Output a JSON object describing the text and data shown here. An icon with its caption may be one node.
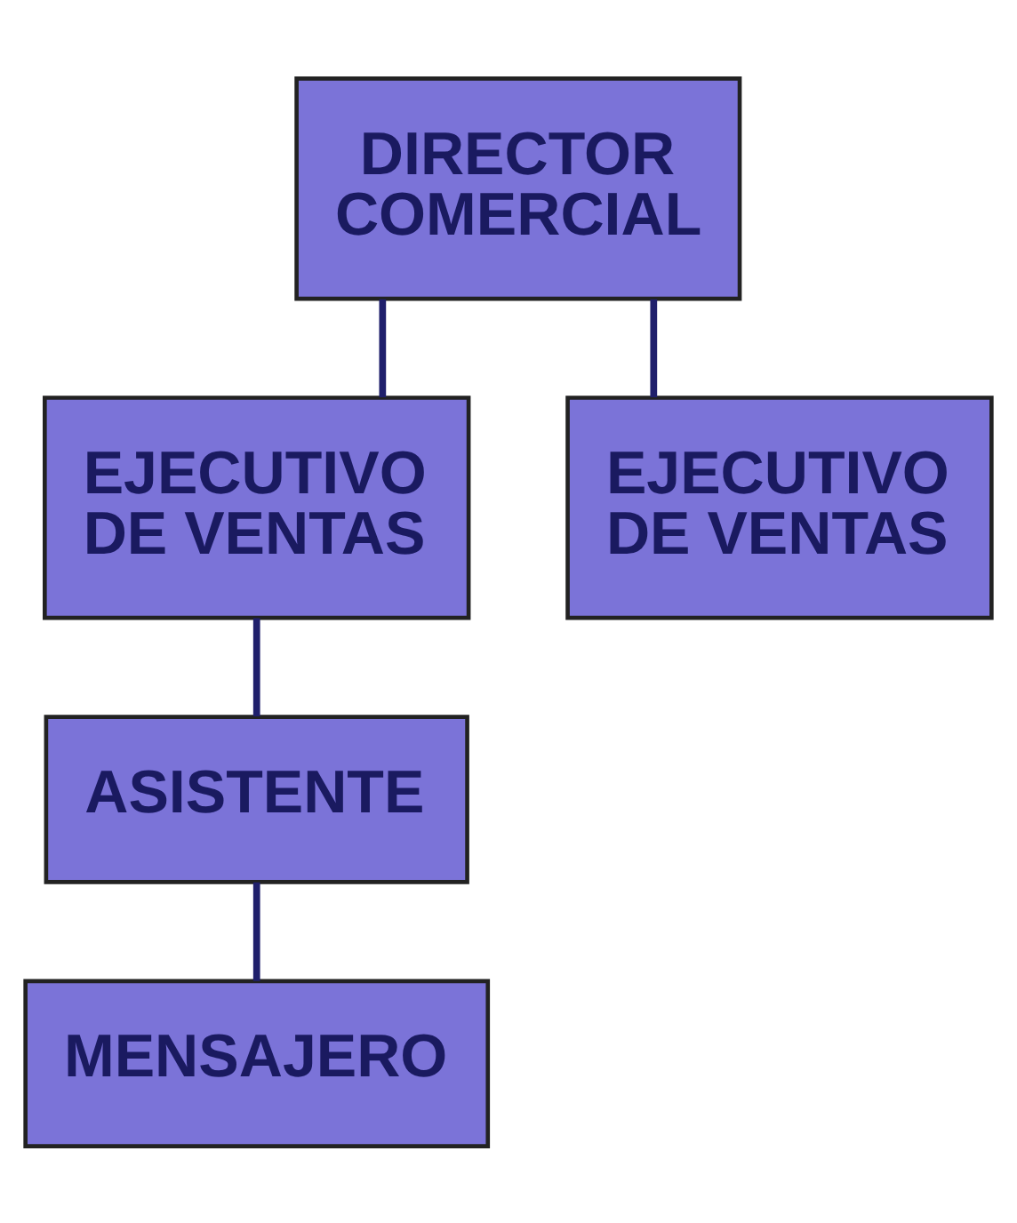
{
  "diagram": {
    "nodes": [
      {
        "text": [
          "DIRECTOR COMERCIAL"
        ]
      },
      {
        "text": [
          "EJECUTIVO DE VENTAS"
        ]
      },
      {
        "text": [
          "EJECUTIVO DE VENTAS"
        ]
      },
      {
        "text": [
          "ASISTENTE"
        ]
      },
      {
        "text": [
          "MENSAJERO"
        ]
      }
    ],
    "edges": [
      {
        "from": 0,
        "to": 1,
        "arrow": "none"
      },
      {
        "from": 0,
        "to": 2,
        "arrow": "none"
      },
      {
        "from": 1,
        "to": 3,
        "arrow": "none"
      },
      {
        "from": 3,
        "to": 4,
        "arrow": "none"
      }
    ]
  }
}
